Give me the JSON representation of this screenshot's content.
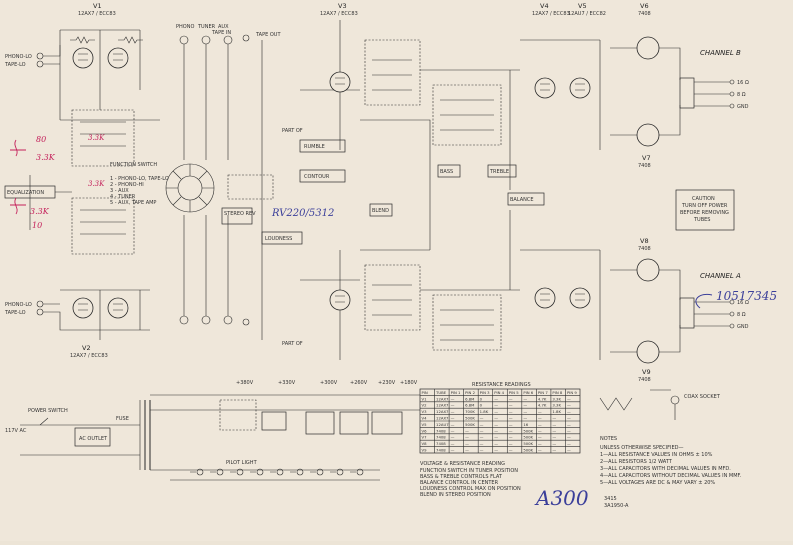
{
  "tubes": {
    "v1": {
      "name": "V1",
      "type": "12AX7 / ECC83"
    },
    "v2": {
      "name": "V2",
      "type": "12AX7 / ECC83"
    },
    "v3": {
      "name": "V3",
      "type": "12AX7 / ECC83"
    },
    "v4": {
      "name": "V4",
      "type": "12AX7 / ECC83"
    },
    "v5": {
      "name": "V5",
      "type": "12AU7 / ECC82"
    },
    "v6": {
      "name": "V6",
      "type": "7408"
    },
    "v7": {
      "name": "V7",
      "type": "7408"
    },
    "v8": {
      "name": "V8",
      "type": "7408"
    },
    "v9": {
      "name": "V9",
      "type": "7408"
    }
  },
  "labels": {
    "phono": "PHONO",
    "tuner": "TUNER",
    "aux": "AUX",
    "tape_in": "TAPE IN",
    "tape_out": "TAPE OUT",
    "phono_lo_top": "PHONO-LO",
    "tape_lo_top": "TAPE-LO",
    "phono_lo_bottom": "PHONO-LO",
    "tape_lo_bottom": "TAPE-LO",
    "equalization": "EQUALIZATION",
    "function_switch": "FUNCTION SWITCH",
    "function_list": [
      "1 - PHONO-LO, TAPE-LO",
      "2 - PHONO-HI",
      "3 - AUX",
      "4 - TUNER",
      "5 - AUX, TAPE AMP"
    ],
    "stereo_rev": "STEREO REV",
    "rumble": "RUMBLE",
    "contour": "CONTOUR",
    "loudness": "LOUDNESS",
    "blend": "BLEND",
    "bass": "BASS",
    "treble": "TREBLE",
    "balance": "BALANCE",
    "channel_b": "CHANNEL B",
    "channel_a": "CHANNEL A",
    "caution": [
      "CAUTION",
      "TURN OFF POWER",
      "BEFORE REMOVING",
      "TUBES"
    ],
    "power_switch": "POWER SWITCH",
    "ac_outlet": "AC OUTLET",
    "fuse": "FUSE",
    "line_in": "117V AC",
    "pilot_light": "PILOT LIGHT",
    "coax_socket": "COAX SOCKET",
    "part_of": "PART OF"
  },
  "speaker_taps": [
    "16 Ω",
    "8 Ω",
    "GND"
  ],
  "supply_voltages": [
    "+380V",
    "+330V",
    "+300V",
    "+260V",
    "+230V",
    "+180V"
  ],
  "resistance_table": {
    "title": "RESISTANCE READINGS",
    "headers": [
      "PIN",
      "TUBE",
      "PIN 1",
      "PIN 2",
      "PIN 3",
      "PIN 4",
      "PIN 5",
      "PIN 6",
      "PIN 7",
      "PIN 8",
      "PIN 9"
    ],
    "rows": [
      [
        "V1",
        "12AX7",
        "—",
        "6.8M",
        "0",
        "—",
        "—",
        "—",
        "4.7K",
        "3.3K",
        "—"
      ],
      [
        "V2",
        "12AX7",
        "—",
        "6.8M",
        "0",
        "—",
        "—",
        "—",
        "4.7K",
        "3.3K",
        "—"
      ],
      [
        "V3",
        "12AX7",
        "—",
        "700K",
        "1.8K",
        "—",
        "—",
        "—",
        "—",
        "1.8K",
        "—"
      ],
      [
        "V4",
        "12AX7",
        "—",
        "500K",
        "—",
        "—",
        "—",
        "—",
        "—",
        "—",
        "—"
      ],
      [
        "V5",
        "12AU7",
        "—",
        "500K",
        "—",
        "—",
        "—",
        "16",
        "—",
        "—",
        "—"
      ],
      [
        "V6",
        "7408",
        "—",
        "—",
        "—",
        "—",
        "—",
        "500K",
        "—",
        "—",
        "—"
      ],
      [
        "V7",
        "7408",
        "—",
        "—",
        "—",
        "—",
        "—",
        "500K",
        "—",
        "—",
        "—"
      ],
      [
        "V8",
        "7408",
        "—",
        "—",
        "—",
        "—",
        "—",
        "500K",
        "—",
        "—",
        "—"
      ],
      [
        "V9",
        "7408",
        "—",
        "—",
        "—",
        "—",
        "—",
        "500K",
        "—",
        "—",
        "—"
      ]
    ]
  },
  "conditions": {
    "title": "VOLTAGE & RESISTANCE READING",
    "lines": [
      "FUNCTION SWITCH IN TUNER POSITION",
      "BASS & TREBLE CONTROLS FLAT",
      "BALANCE CONTROL IN CENTER",
      "LOUDNESS CONTROL MAX ON POSITION",
      "BLEND IN STEREO POSITION"
    ]
  },
  "notes": {
    "title": "NOTES",
    "lines": [
      "UNLESS OTHERWISE SPECIFIED—",
      "1—ALL RESISTANCE VALUES IN OHMS ± 10%",
      "2—ALL RESISTORS 1/2 WATT",
      "3—ALL CAPACITORS WITH DECIMAL VALUES IN MFD.",
      "4—ALL CAPACITORS WITHOUT DECIMAL VALUES IN MMF.",
      "5—ALL VOLTAGES ARE DC & MAY VARY ± 20%"
    ]
  },
  "drawing_number": [
    "3415",
    "3A1950-A"
  ],
  "handwriting": {
    "model": "A300",
    "pot_part": "RV220/5312",
    "part_number": "10517345",
    "red_notes": [
      "80",
      "3.3K",
      "3.3K",
      "3.3K",
      "3.3K",
      "10"
    ]
  },
  "colors": {
    "paper": "#efe7da",
    "ink": "#2a2a2a",
    "pen_blue": "#3b3f9a",
    "pen_red": "#c4205a"
  }
}
